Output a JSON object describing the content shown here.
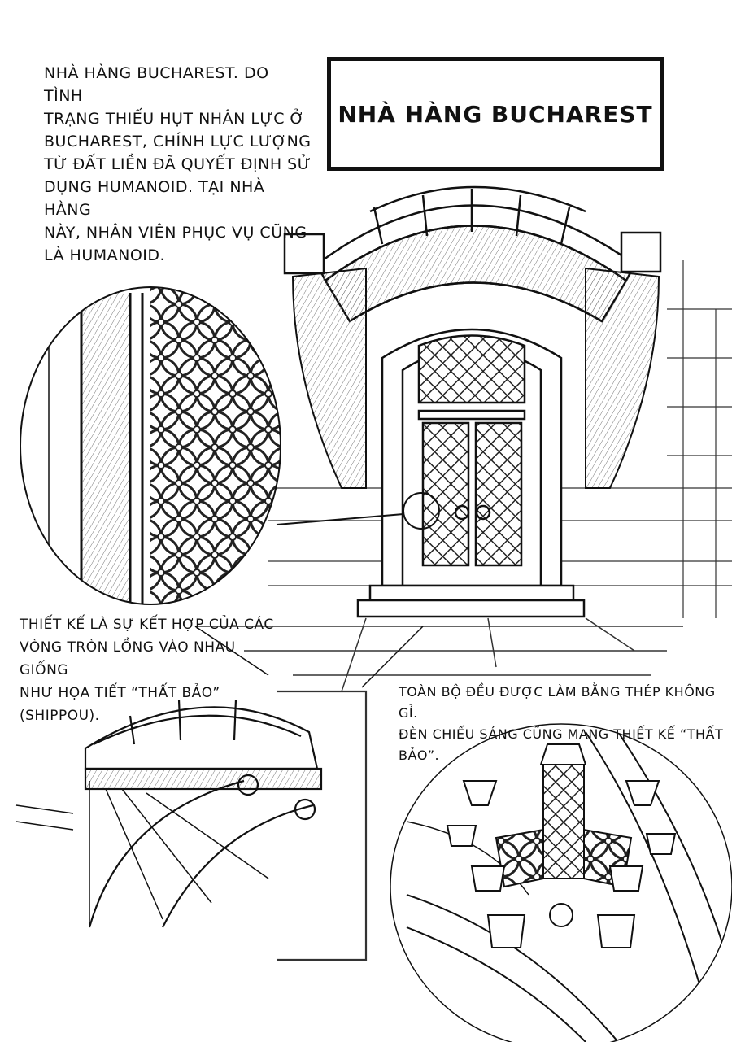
{
  "title_box": {
    "text": "NHÀ HÀNG BUCHAREST"
  },
  "captions": {
    "intro": "NHÀ HÀNG BUCHAREST. DO TÌNH\nTRẠNG THIẾU HỤT NHÂN LỰC Ở\nBUCHAREST, CHÍNH LỰC LƯỢNG\nTỪ ĐẤT LIỀN ĐÃ QUYẾT ĐỊNH SỬ\nDỤNG HUMANOID. TẠI NHÀ HÀNG\nNÀY, NHÂN VIÊN PHỤC VỤ CŨNG\nLÀ HUMANOID.",
    "design": "THIẾT KẾ LÀ SỰ KẾT HỢP CỦA CÁC\nVÒNG TRÒN LỒNG VÀO NHAU GIỐNG\nNHƯ HỌA TIẾT “THẤT BẢO” (SHIPPOU).",
    "steel": "TOÀN BỘ ĐỀU ĐƯỢC LÀM BẰNG THÉP KHÔNG GỈ.\nĐÈN CHIẾU SÁNG CŨNG MANG THIẾT KẾ “THẤT BẢO”."
  },
  "colors": {
    "ink": "#111111",
    "paper": "#ffffff",
    "shade": "#555555"
  }
}
